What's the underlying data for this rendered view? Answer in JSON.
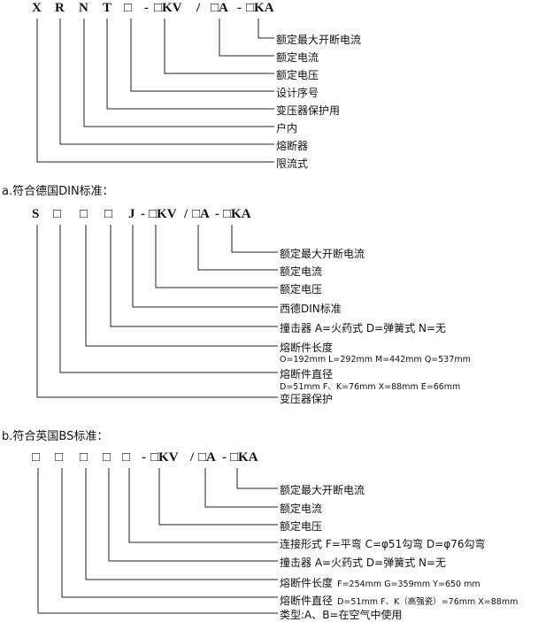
{
  "diagrams": [
    {
      "code": [
        "X",
        "R",
        "N",
        "T",
        "□",
        "-",
        "□KV",
        "/",
        "□A",
        "-",
        "□KA"
      ],
      "labels": [
        "额定最大开断电流",
        "额定电流",
        "额定电压",
        "设计序号",
        "变压器保护用",
        "户内",
        "熔断器",
        "限流式"
      ]
    },
    {
      "heading": "a.符合德国DIN标准：",
      "code": [
        "S",
        "□",
        "□",
        "□",
        "J",
        "-",
        "□KV",
        "/",
        "□A",
        "-",
        "□KA"
      ],
      "labels": [
        "额定最大开断电流",
        "额定电流",
        "额定电压",
        "西德DIN标准",
        "撞击器 A=火药式  D=弹簧式  N=无",
        "熔断件长度",
        "熔断件直径",
        "变压器保护"
      ],
      "sublabels": {
        "length": "O=192mm L=292mm M=442mm Q=537mm",
        "diameter": "D=51mm  F、K=76mm  X=88mm  E=66mm"
      }
    },
    {
      "heading": "b.符合英国BS标准：",
      "code": [
        "□",
        "□",
        "□",
        "□",
        "□",
        "-",
        "□KV",
        "/",
        "□A",
        "-",
        "□KA"
      ],
      "labels": [
        "额定最大开断电流",
        "额定电流",
        "额定电压",
        "连接形式 F=平弯  C=φ51勾弯  D=φ76勾弯",
        "撞击器 A=火药式  D=弹簧式  N=无"
      ],
      "length_label": "熔断件长度",
      "length_detail": "F=254mm G=359mm Y=650 mm",
      "diameter_label": "熔断件直径",
      "diameter_detail": "D=51mm  F、K（高强瓷）=76mm  X=88mm",
      "type_label": "类型:A、B=在空气中使用"
    }
  ]
}
